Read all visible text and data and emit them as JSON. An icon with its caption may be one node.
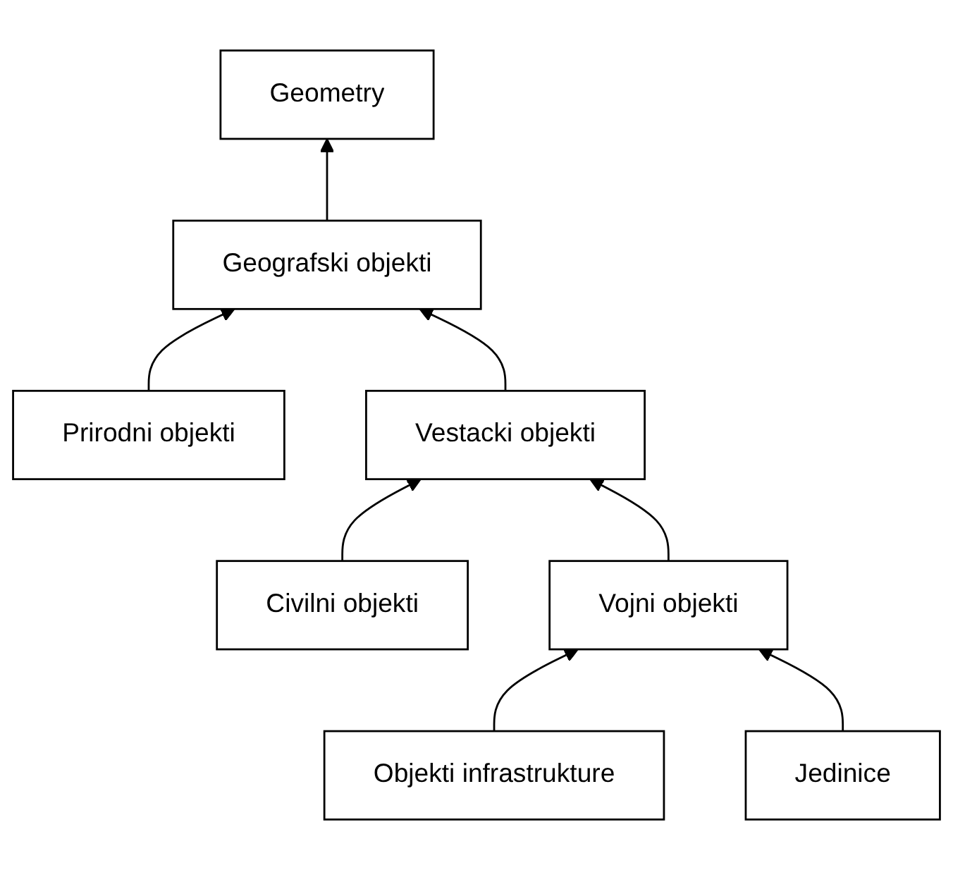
{
  "diagram": {
    "nodes": [
      {
        "text": [
          "Geometry"
        ]
      },
      {
        "text": [
          "Geografski objekti"
        ]
      },
      {
        "text": [
          "Prirodni objekti"
        ]
      },
      {
        "text": [
          "Vestacki objekti"
        ]
      },
      {
        "text": [
          "Civilni objekti"
        ]
      },
      {
        "text": [
          "Vojni objekti"
        ]
      },
      {
        "text": [
          "Objekti infrastrukture"
        ]
      },
      {
        "text": [
          "Jedinice"
        ]
      }
    ],
    "edges": [
      {
        "from": 1,
        "to": 0,
        "arrow": "to"
      },
      {
        "from": 2,
        "to": 1,
        "arrow": "to"
      },
      {
        "from": 3,
        "to": 1,
        "arrow": "to"
      },
      {
        "from": 4,
        "to": 3,
        "arrow": "to"
      },
      {
        "from": 5,
        "to": 3,
        "arrow": "to"
      },
      {
        "from": 6,
        "to": 5,
        "arrow": "to"
      },
      {
        "from": 7,
        "to": 5,
        "arrow": "to"
      }
    ]
  }
}
